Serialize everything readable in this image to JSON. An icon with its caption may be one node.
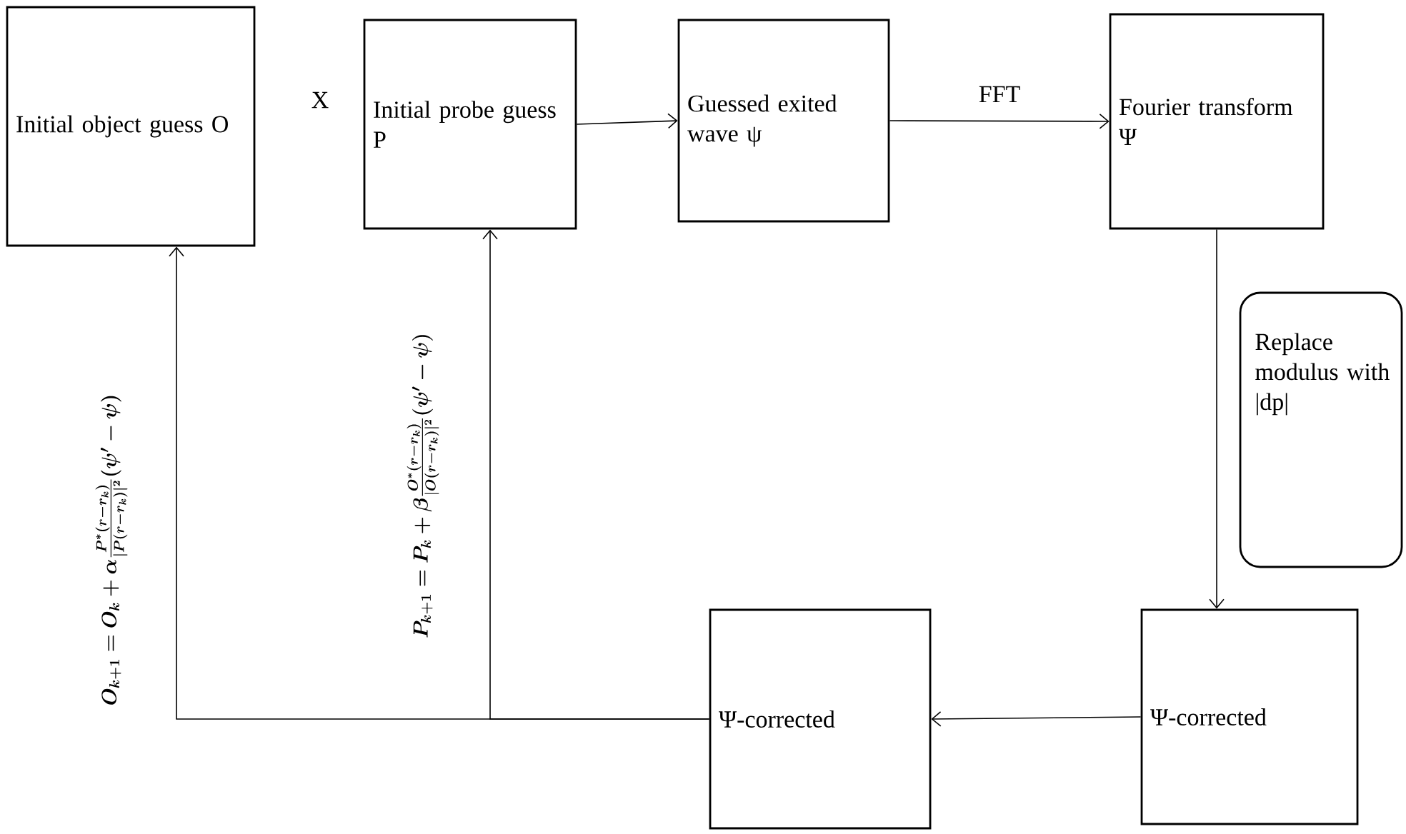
{
  "diagram": {
    "nodes": [
      {
        "text": [
          "Initial object guess O"
        ]
      },
      {
        "text": [
          "Initial probe guess P"
        ]
      },
      {
        "text": [
          "Guessed exited wave ψ"
        ]
      },
      {
        "text": [
          "Fourier transform Ψ"
        ]
      },
      {
        "text": [
          "Replace modulus with |dp|"
        ]
      },
      {
        "text": [
          "Ψ-corrected"
        ]
      },
      {
        "text": [
          "Ψ-corrected"
        ]
      }
    ],
    "edges": [
      {
        "from": 1,
        "to": 2,
        "arrow": "to"
      },
      {
        "from": 2,
        "to": 3,
        "arrow": "to",
        "label": "FFT"
      },
      {
        "from": 3,
        "to": 5,
        "arrow": "to"
      },
      {
        "from": 5,
        "to": 6,
        "arrow": "to"
      },
      {
        "from": 6,
        "to": 0,
        "arrow": "to"
      },
      {
        "from": 6,
        "to": 1,
        "arrow": "to"
      }
    ],
    "labels": [
      "X",
      "\\boldsymbol{O_{k+1} = O_k + \\alpha \\frac{P^*(r-r_k)}{|P(r-r_k)|^2}(\\psi'-\\psi)}",
      "\\boldsymbol{P_{k+1} = P_k + \\beta \\frac{O^*(r-r_k)}{|O(r-r_k)|^2}(\\psi'-\\psi)}"
    ]
  }
}
